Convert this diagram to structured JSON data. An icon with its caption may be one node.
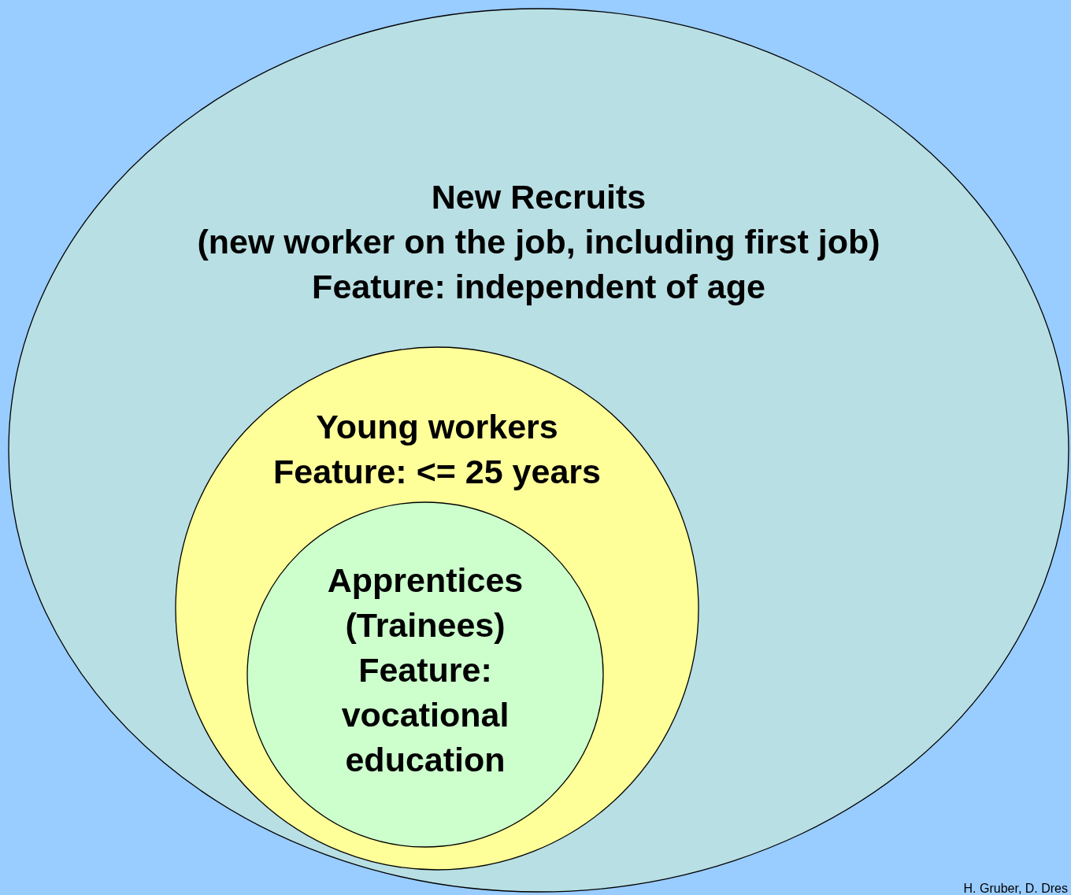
{
  "diagram": {
    "nodes": [
      {
        "text": [
          "New Recruits",
          "(new worker on the job, including first job)",
          "Feature: independent of age"
        ]
      },
      {
        "text": [
          "Young workers",
          "Feature: <= 25 years"
        ],
        "in": 0
      },
      {
        "text": [
          "Apprentices (Trainees)",
          "Feature: vocational education"
        ],
        "in": 1
      }
    ],
    "labels": [
      "H. Gruber, D. Dres"
    ]
  }
}
